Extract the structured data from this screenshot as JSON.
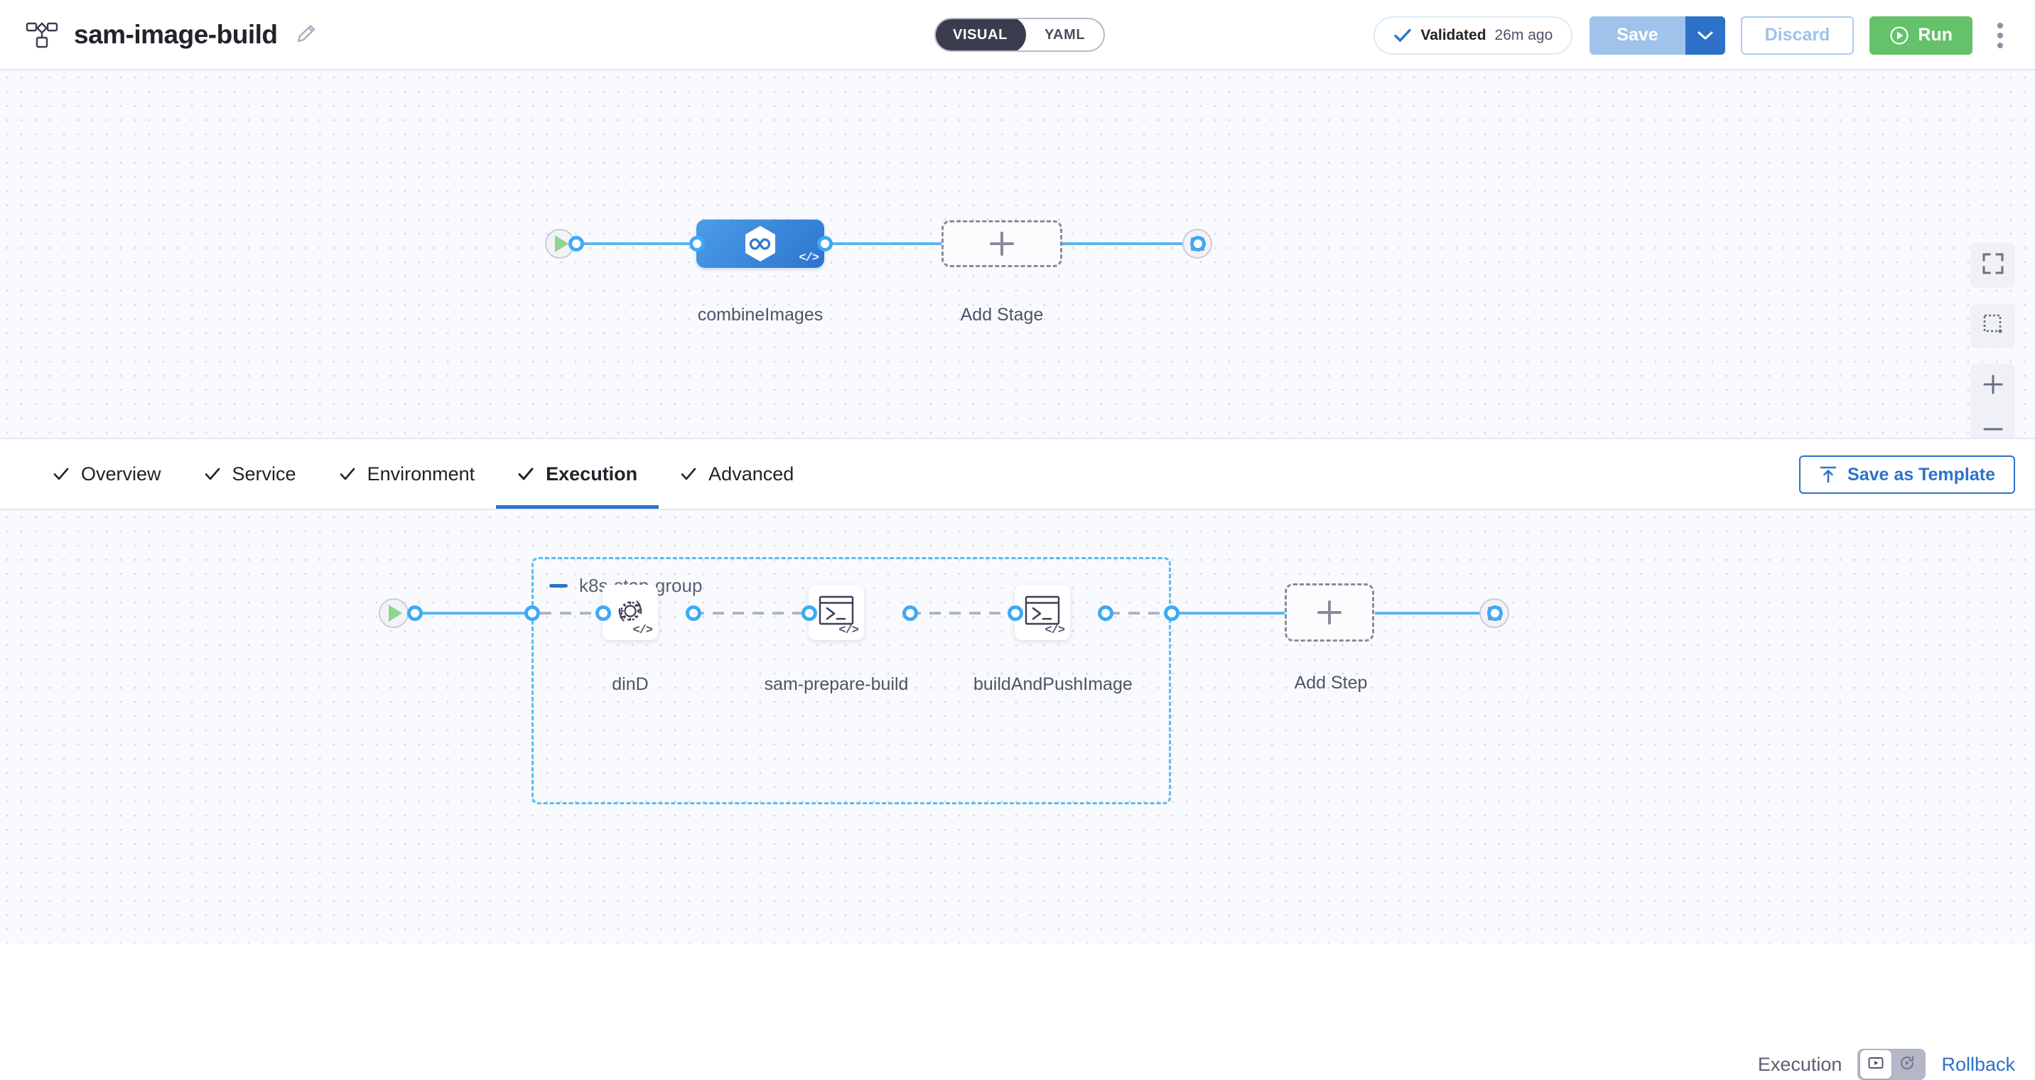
{
  "header": {
    "pipeline_icon": "pipeline-nodes-icon",
    "title": "sam-image-build",
    "edit_icon": "pencil-edit-icon",
    "view_toggle": {
      "options": [
        "VISUAL",
        "YAML"
      ],
      "selected": "VISUAL"
    },
    "validation": {
      "icon": "check-icon",
      "label": "Validated",
      "time": "26m ago"
    },
    "save_label": "Save",
    "save_caret_icon": "chevron-down-icon",
    "discard_label": "Discard",
    "run": {
      "label": "Run",
      "icon": "play-circle-icon"
    },
    "more_menu_icon": "kebab-menu-icon"
  },
  "stage_graph": {
    "start_icon": "play-icon",
    "end_icon": "stop-icon",
    "stage": {
      "name": "combineImages",
      "icon": "ci-infinity-hexagon-icon",
      "code_badge": "</>"
    },
    "add_stage": {
      "label": "Add Stage",
      "icon": "plus-icon"
    }
  },
  "zoom_controls": [
    {
      "name": "fit-to-screen-button",
      "icon": "fit-screen-icon"
    },
    {
      "name": "marquee-select-button",
      "icon": "dotted-square-icon"
    },
    {
      "name": "zoom-in-button",
      "icon": "plus-icon"
    },
    {
      "name": "zoom-out-button",
      "icon": "minus-icon"
    }
  ],
  "tabs": {
    "items": [
      {
        "label": "Overview",
        "checked": true,
        "active": false
      },
      {
        "label": "Service",
        "checked": true,
        "active": false
      },
      {
        "label": "Environment",
        "checked": true,
        "active": false
      },
      {
        "label": "Execution",
        "checked": true,
        "active": true
      },
      {
        "label": "Advanced",
        "checked": true,
        "active": false
      }
    ],
    "save_as_template": {
      "label": "Save as Template",
      "icon": "template-upload-icon"
    }
  },
  "execution_panel": {
    "mode_label": "Execution",
    "rollback_label": "Rollback",
    "switch_on_icon": "execution-screen-icon",
    "switch_off_icon": "rollback-rotate-icon",
    "selected_mode": "Execution",
    "group": {
      "name": "k8s-step-group",
      "collapse_icon": "minus-collapse-icon"
    },
    "start_icon": "play-icon",
    "end_icon": "stop-icon",
    "steps": [
      {
        "name": "dinD",
        "icon": "gear-rotate-icon",
        "code_badge": "</>"
      },
      {
        "name": "sam-prepare-build",
        "icon": "terminal-shell-icon",
        "code_badge": "</>"
      },
      {
        "name": "buildAndPushImage",
        "icon": "terminal-shell-icon",
        "code_badge": "</>"
      }
    ],
    "add_step": {
      "label": "Add Step",
      "icon": "plus-icon"
    }
  },
  "colors": {
    "accent_blue": "#2d72c8",
    "edge_blue": "#5db6ef",
    "run_green": "#65c16a",
    "canvas_bg": "#f9fafd",
    "group_border": "#58bdf0",
    "stage_node": "#3b85dc"
  }
}
